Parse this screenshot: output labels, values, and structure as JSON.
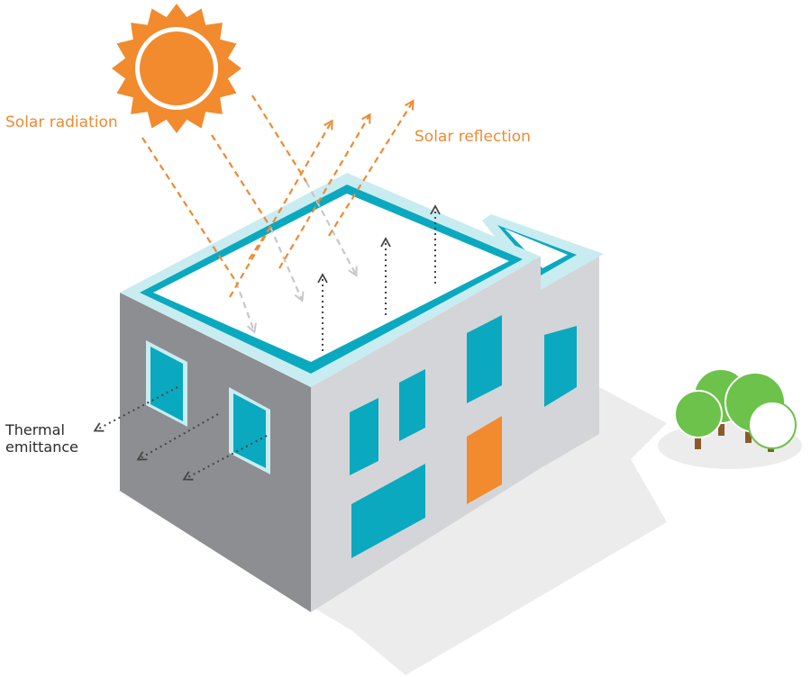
{
  "labels": {
    "solar_radiation": "Solar radiation",
    "solar_reflection": "Solar reflection",
    "thermal_emittance": "Thermal\nemittance"
  },
  "colors": {
    "sun": "#f28a2e",
    "radiation_arrow": "#ee8a32",
    "absorbed_arrow": "#c8c8c8",
    "emittance_arrow": "#444444",
    "window": "#0aa9bf",
    "roof_rim": "#c9ecf1",
    "roof_inner": "#0aa9bf",
    "wall_left": "#8d8e91",
    "wall_front": "#d3d5d8",
    "door": "#f28a2e",
    "tree": "#6cc24a",
    "trunk": "#8a5a2b",
    "shadow": "#ececec"
  },
  "icons": {
    "sun": "sun-icon",
    "tree": "tree-icon"
  }
}
